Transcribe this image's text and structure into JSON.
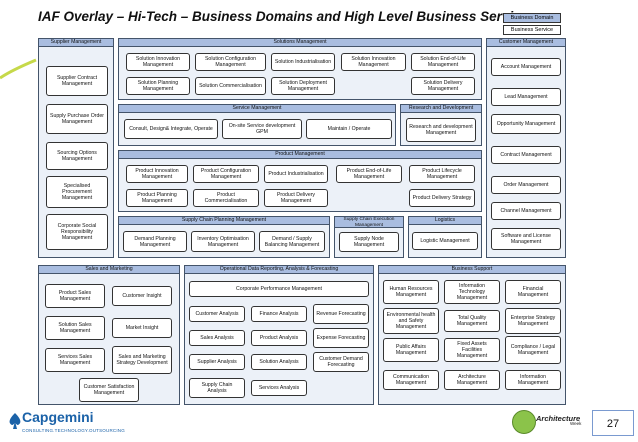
{
  "title": "IAF Overlay – Hi-Tech – Business Domains and High Level Business Services",
  "legend": {
    "domain": "Business Domain",
    "service": "Business Service"
  },
  "colors": {
    "domain_header": "#a9bde0",
    "panel": "#ecf1f8",
    "accent_green": "#c6d94a"
  },
  "supplier": {
    "header": "Supplier Management",
    "services": [
      "Supplier Contract Management",
      "Supply Purchase Order Management",
      "Sourcing Options Management",
      "Specialised Procurement Management",
      "Corporate Social Responsibility Management"
    ]
  },
  "solutions": {
    "header": "Solutions Management",
    "services": [
      "Solution Innovation Management",
      "Solution Configuration Management",
      "Solution Industrialisation",
      "Solution Innovation Management",
      "Solution End-of-Life Management",
      "Solution Planning Management",
      "Solution Commercialisation",
      "Solution Deployment Management",
      "Solution Delivery Management"
    ]
  },
  "service_mgmt": {
    "header": "Service Management",
    "services": [
      "Consult, Design& Integrate, Operate",
      "On-site Service development GPM",
      "Maintain / Operate"
    ]
  },
  "research": {
    "header": "Research and Development",
    "services": [
      "Research and development Management"
    ]
  },
  "product": {
    "header": "Product Management",
    "services": [
      "Product Innovation Management",
      "Product Configuration Management",
      "Product Industrialisation",
      "Product End-of-Life Management",
      "Product Lifecycle Management",
      "Product Planning Management",
      "Product Commercialisation",
      "Product Delivery Management",
      "Product Delivery Strategy"
    ]
  },
  "scp": {
    "header": "Supply Chain Planning Management",
    "services": [
      "Demand Planning Management",
      "Inventory Optimisation Management",
      "Demand / Supply Balancing Management"
    ]
  },
  "sce": {
    "header": "Supply Chain Execution Management",
    "services": [
      "Supply Node Management"
    ]
  },
  "logistics": {
    "header": "Logistics",
    "services": [
      "Logistic Management"
    ]
  },
  "customer": {
    "header": "Customer Management",
    "services": [
      "Account Management",
      "Lead Management",
      "Opportunity Management",
      "Contract Management",
      "Order Management",
      "Channel Management",
      "Software and License Management"
    ]
  },
  "sales": {
    "header": "Sales and Marketing",
    "services": [
      "Product Sales Management",
      "Customer Insight",
      "Solution Sales Management",
      "Market Insight",
      "Services Sales Management",
      "Sales and Marketing Strategy Development",
      "Customer Satisfaction Management"
    ]
  },
  "operational": {
    "header": "Operational Data Reporting, Analysis & Forecasting",
    "services": [
      "Corporate Performance Management",
      "Customer Analysis",
      "Finance Analysis",
      "Revenue Forecasting",
      "Sales Analysis",
      "Product Analysis",
      "Expense Forecasting",
      "Supplier Analysis",
      "Solution Analysis",
      "Customer Demand Forecasting",
      "Supply Chain Analysis",
      "Services Analysis"
    ]
  },
  "business_support": {
    "header": "Business Support",
    "services": [
      "Human Resources Management",
      "Information Technology Management",
      "Financial Management",
      "Environmental health and Safety Management",
      "Total Quality Management",
      "Enterprise Strategy Management",
      "Public Affairs Management",
      "Fixed Assets Facilities Management",
      "Compliance / Legal Management",
      "Communication Management",
      "Architecture Management",
      "Information Management"
    ]
  },
  "footer": {
    "company": "Capgemini",
    "tagline": "CONSULTING.TECHNOLOGY.OUTSOURCING",
    "event": "Architecture",
    "event_sub": "Week",
    "page_number": "27"
  }
}
